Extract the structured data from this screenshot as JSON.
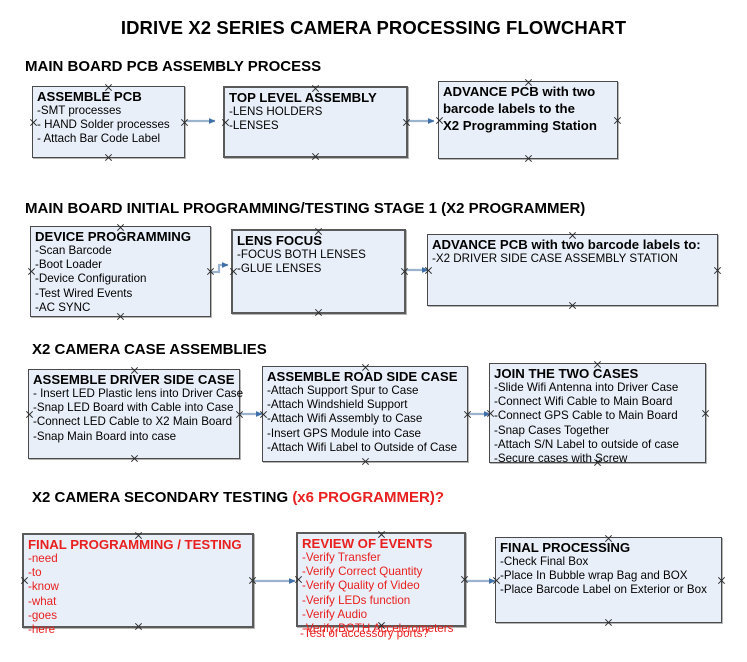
{
  "document": {
    "title": "IDRIVE X2  SERIES CAMERA PROCESSING FLOWCHART"
  },
  "colors": {
    "node_fill": "#e9eff8",
    "node_border": "#4a4a4a",
    "connector": "#9bb3cc",
    "arrowhead": "#3f6fa8",
    "text": "#000000",
    "accent_red": "#e8201f"
  },
  "sections": [
    {
      "id": "main-board-pcb-assembly",
      "heading": "MAIN BOARD PCB ASSEMBLY PROCESS",
      "heading_accent": "",
      "nodes": [
        {
          "id": "assemble-pcb",
          "title": "ASSEMBLE PCB",
          "lines": [
            "-SMT processes",
            "- HAND Solder processes",
            "- Attach Bar Code Label"
          ]
        },
        {
          "id": "top-level-assembly",
          "title": "TOP LEVEL ASSEMBLY",
          "lines": [
            "-LENS HOLDERS",
            "-LENSES"
          ]
        },
        {
          "id": "advance-pcb-programming-station",
          "title": "ADVANCE PCB with two",
          "lines": [
            "barcode labels to the",
            " X2 Programming Station"
          ]
        }
      ]
    },
    {
      "id": "main-board-initial-programming",
      "heading": "MAIN BOARD INITIAL PROGRAMMING/TESTING STAGE 1 (X2 PROGRAMMER)",
      "heading_accent": "",
      "nodes": [
        {
          "id": "device-programming",
          "title": "DEVICE PROGRAMMING",
          "lines": [
            "-Scan Barcode",
            "-Boot Loader",
            "-Device Configuration",
            "-Test Wired Events",
            "-AC SYNC"
          ]
        },
        {
          "id": "lens-focus",
          "title": "LENS FOCUS",
          "lines": [
            "-FOCUS BOTH LENSES",
            "-GLUE LENSES"
          ]
        },
        {
          "id": "advance-pcb-driver-side-case",
          "title": "ADVANCE PCB with two barcode labels to:",
          "lines": [
            "-X2 DRIVER  SIDE  CASE  ASSEMBLY STATION"
          ]
        }
      ]
    },
    {
      "id": "x2-camera-case-assemblies",
      "heading": "X2 CAMERA CASE ASSEMBLIES",
      "heading_accent": "",
      "nodes": [
        {
          "id": "assemble-driver-side-case",
          "title": "ASSEMBLE DRIVER SIDE CASE",
          "lines": [
            "- Insert LED Plastic lens into Driver Case",
            "-Snap LED Board with Cable into Case",
            "-Connect LED Cable to X2 Main Board",
            "-Snap Main Board into case"
          ]
        },
        {
          "id": "assemble-road-side-case",
          "title": "ASSEMBLE ROAD SIDE CASE",
          "lines": [
            "-Attach Support Spur to Case",
            "-Attach Windshield Support",
            "-Attach Wifi Assembly to Case",
            "-Insert GPS Module into Case",
            "-Attach Wifi Label to Outside of Case"
          ]
        },
        {
          "id": "join-the-two-cases",
          "title": "JOIN THE TWO CASES",
          "lines": [
            "-Slide Wifi Antenna into Driver Case",
            "-Connect Wifi Cable to Main Board",
            "-Connect GPS Cable to Main Board",
            "-Snap Cases Together",
            "-Attach S/N Label to outside of case",
            "-Secure cases with Screw"
          ]
        }
      ]
    },
    {
      "id": "x2-camera-secondary-testing",
      "heading": "X2 CAMERA SECONDARY TESTING ",
      "heading_accent": "(x6 PROGRAMMER)?",
      "nodes": [
        {
          "id": "final-programming-testing",
          "title": "FINAL PROGRAMMING / TESTING",
          "lines": [
            "-need",
            "-to",
            "-know",
            "-what",
            "-goes",
            "-here"
          ]
        },
        {
          "id": "review-of-events",
          "title": "REVIEW OF EVENTS",
          "lines": [
            "-Verify Transfer",
            "-Verify Correct Quantity",
            "-Verify Quality of Video",
            "-Verify LEDs function",
            "-Verify Audio",
            "-Verify BOTH Accelerometers"
          ],
          "overflow_line": "-Test of accessory ports?"
        },
        {
          "id": "final-processing",
          "title": "FINAL PROCESSING",
          "lines": [
            " -Check Final Box",
            "-Place In Bubble wrap Bag and BOX",
            "-Place Barcode Label on Exterior or Box"
          ]
        }
      ]
    }
  ]
}
